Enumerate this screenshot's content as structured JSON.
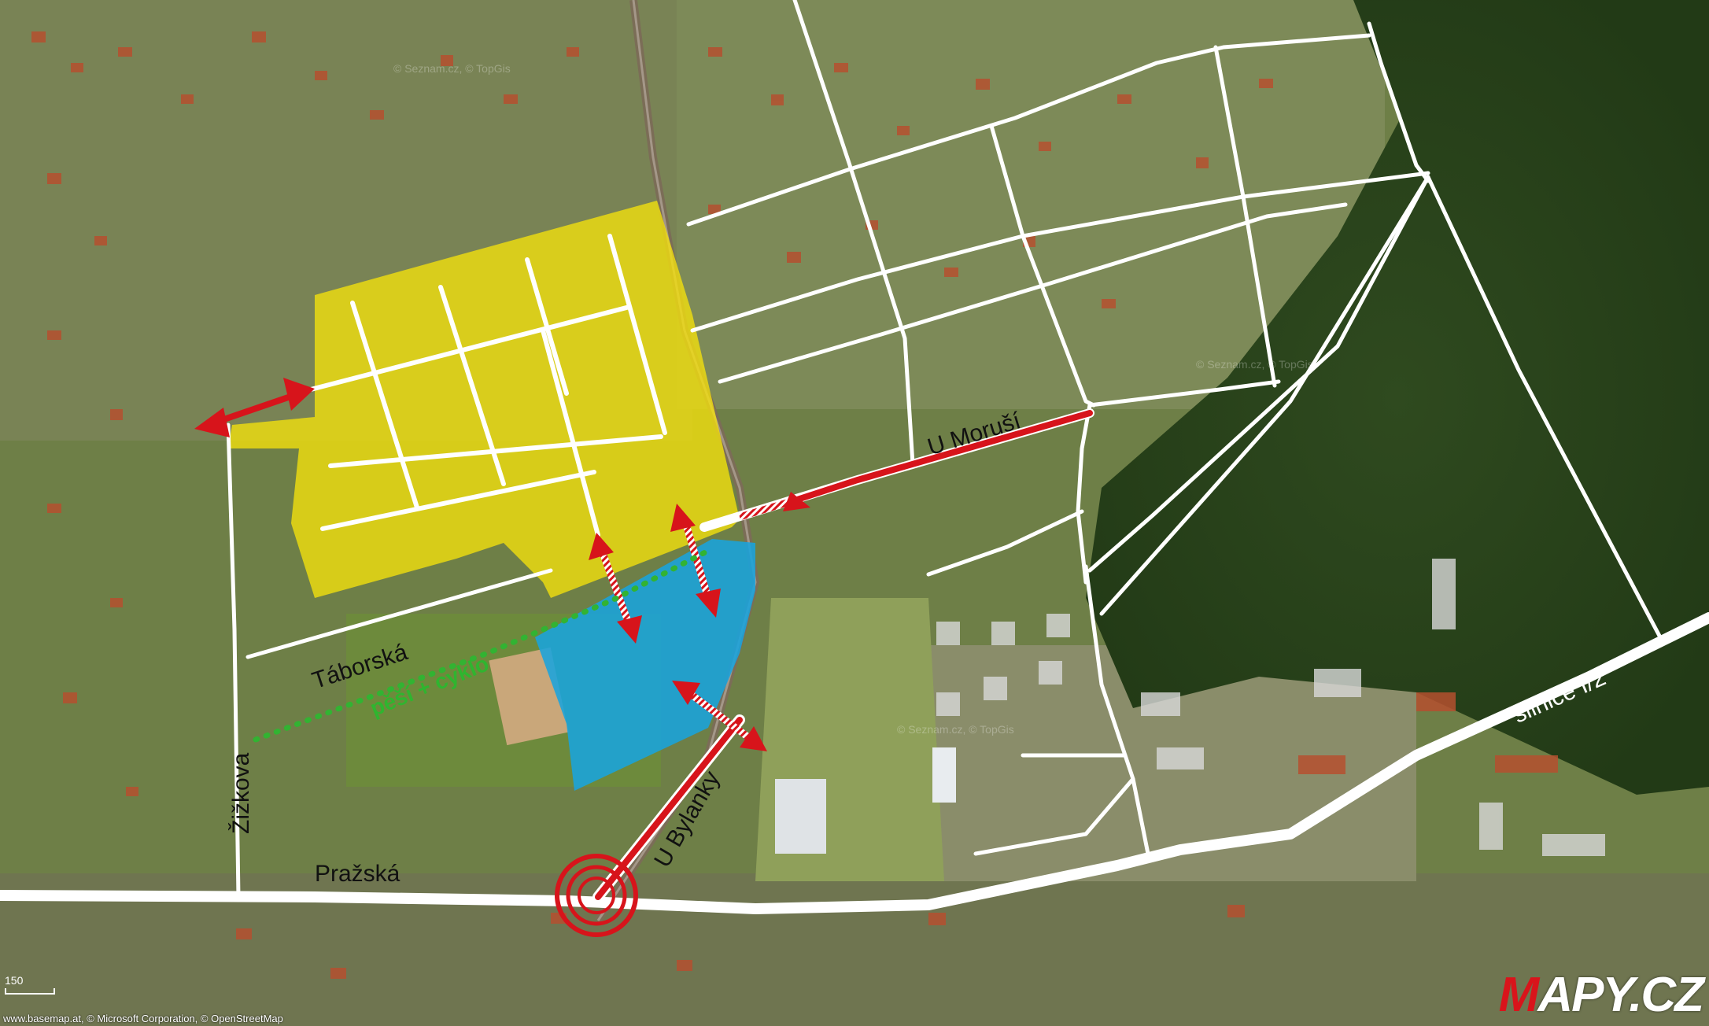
{
  "streets": {
    "taborska": "Táborská",
    "u_morusi": "U Moruší",
    "u_bylanky": "U Bylanky",
    "zizkova": "Žižkova",
    "prazska": "Pražská",
    "silnice": "silnice I/2"
  },
  "path_label": "pěší + cyklo",
  "watermark_text": "© Seznam.cz, © TopGis",
  "scale_label": "150",
  "credits": "www.basemap.at, © Microsoft Corporation, © OpenStreetMap",
  "logo": {
    "first": "M",
    "rest": "APY.CZ"
  },
  "colors": {
    "yellow_zone": "#f5e10d",
    "blue_zone": "#19a4dd",
    "arrow_red": "#d7141b",
    "road_white": "#ffffff",
    "path_green": "#32b332"
  }
}
